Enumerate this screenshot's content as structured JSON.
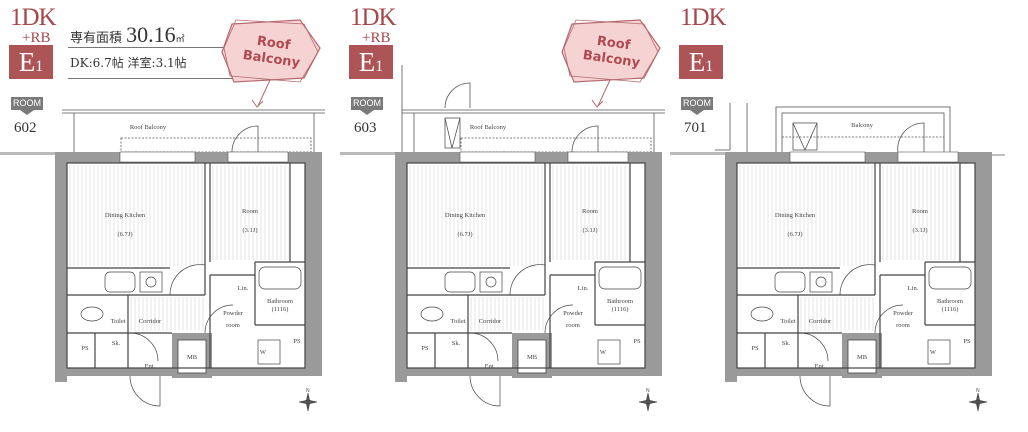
{
  "panels": [
    {
      "type": "1DK",
      "plus": "+RB",
      "code": "E",
      "code_sub": "1",
      "room_label": "ROOM",
      "room_no": "602",
      "area_label": "専有面積",
      "area_value": "30.16",
      "area_unit": "㎡",
      "rooms": "DK:6.7帖  洋室:3.1帖",
      "callout": "Roof Balcony",
      "balcony": "Roof Balcony"
    },
    {
      "type": "1DK",
      "plus": "+RB",
      "code": "E",
      "code_sub": "1",
      "room_label": "ROOM",
      "room_no": "603",
      "callout": "Roof Balcony",
      "balcony": "Roof Balcony"
    },
    {
      "type": "1DK",
      "code": "E",
      "code_sub": "1",
      "room_label": "ROOM",
      "room_no": "701",
      "balcony": "Balcony"
    }
  ],
  "plan_labels": {
    "dk": "Dining Kitchen",
    "dk_size": "(6.7J)",
    "room": "Room",
    "room_size": "(3.1J)",
    "toilet": "Toilet",
    "corridor": "Corridor",
    "powder1": "Powder",
    "powder2": "room",
    "bath": "Bathroom",
    "bath_size": "(1116)",
    "ps": "PS",
    "sk": "Sk.",
    "ent": "Ent.",
    "mb": "MB",
    "w": "W",
    "lin": "Lin."
  },
  "colors": {
    "accent": "#ad5457",
    "wall": "#9a9a9a",
    "callout": "#f6d3d3"
  }
}
